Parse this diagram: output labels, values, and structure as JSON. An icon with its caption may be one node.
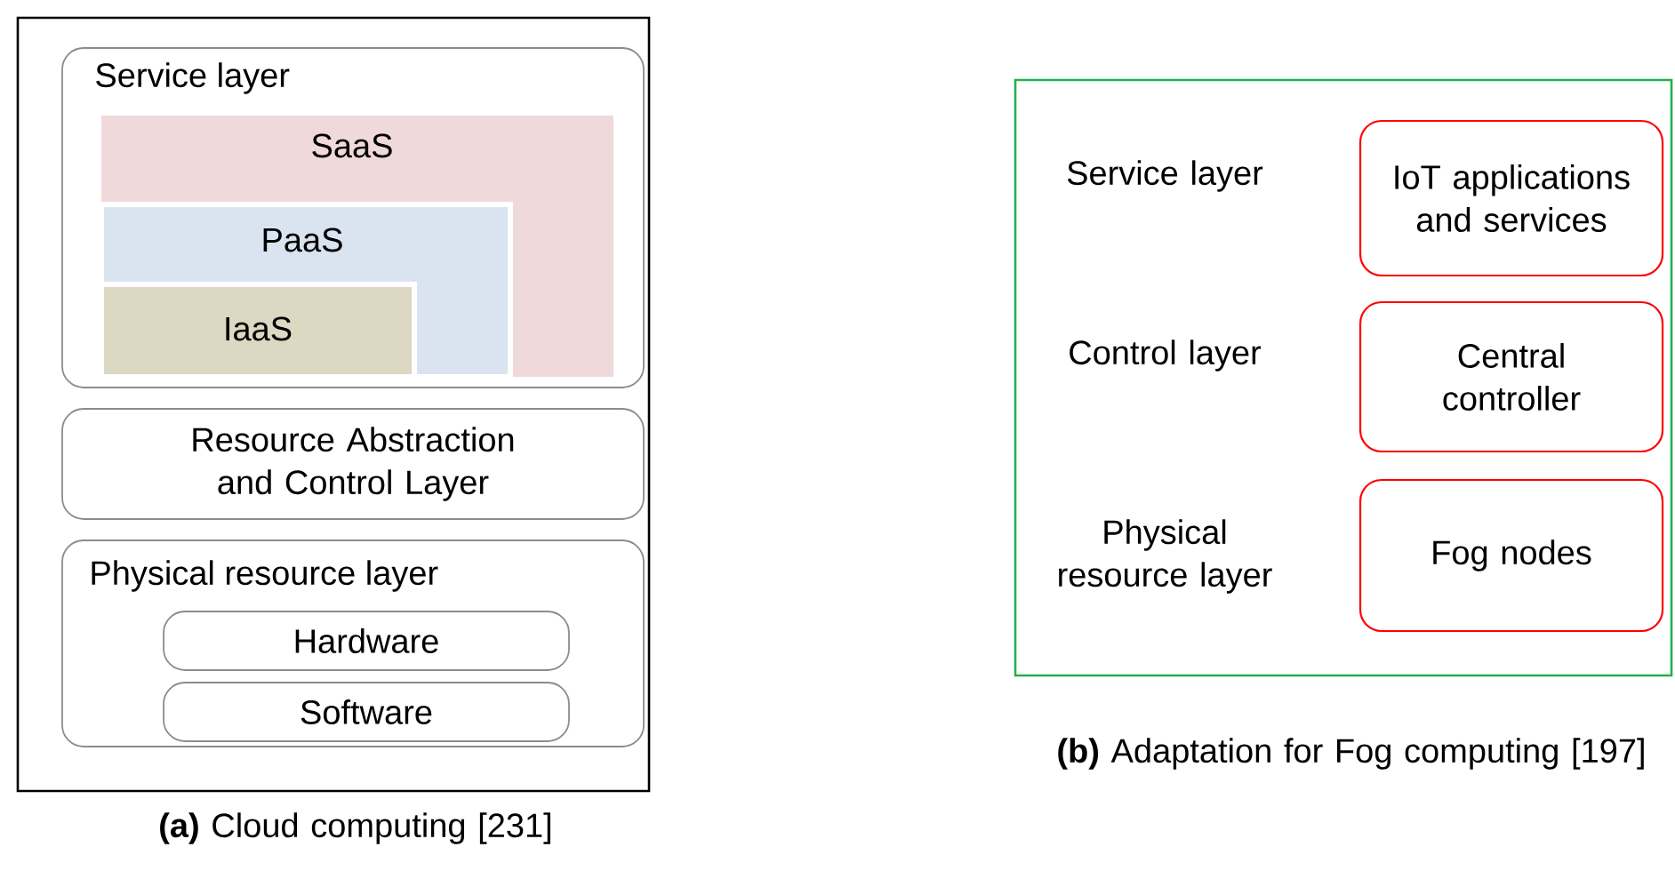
{
  "diagram": {
    "nodes": [
      {
        "text": [],
        "shape": "box"
      },
      {
        "text": [
          "Service layer"
        ],
        "in": 0
      },
      {
        "text": [
          "SaaS"
        ],
        "in": 1
      },
      {
        "text": [
          "PaaS"
        ],
        "in": 2
      },
      {
        "text": [
          "IaaS"
        ],
        "in": 3
      },
      {
        "text": [
          "Resource Abstraction and Control Layer"
        ],
        "in": 0
      },
      {
        "text": [
          "Physical resource layer"
        ],
        "in": 0
      },
      {
        "text": [
          "Hardware"
        ],
        "in": 6
      },
      {
        "text": [
          "Software"
        ],
        "in": 6
      },
      {
        "text": [],
        "shape": "box"
      },
      {
        "text": [
          "IoT applications and services"
        ],
        "in": 9
      },
      {
        "text": [
          "Central controller"
        ],
        "in": 9
      },
      {
        "text": [
          "Fog nodes"
        ],
        "in": 9
      }
    ],
    "labels": [
      "Service layer",
      "Control layer",
      "Physical resource layer",
      "**(a)** Cloud computing [231]",
      "**(b)** Adaptation for Fog computing [197]"
    ]
  }
}
